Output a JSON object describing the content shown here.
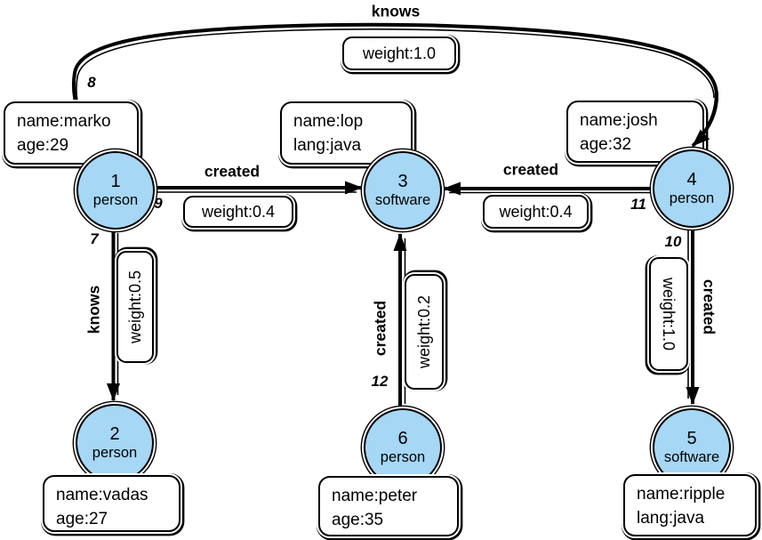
{
  "diagram": {
    "node_fill": "#a6d7f5",
    "edge_color": "#000000",
    "box_fill": "#ffffff"
  },
  "nodes": [
    {
      "id": "1",
      "type": "person",
      "prop1": "name:marko",
      "prop2": "age:29"
    },
    {
      "id": "2",
      "type": "person",
      "prop1": "name:vadas",
      "prop2": "age:27"
    },
    {
      "id": "3",
      "type": "software",
      "prop1": "name:lop",
      "prop2": "lang:java"
    },
    {
      "id": "4",
      "type": "person",
      "prop1": "name:josh",
      "prop2": "age:32"
    },
    {
      "id": "5",
      "type": "software",
      "prop1": "name:ripple",
      "prop2": "lang:java"
    },
    {
      "id": "6",
      "type": "person",
      "prop1": "name:peter",
      "prop2": "age:35"
    }
  ],
  "edges": [
    {
      "id": "7",
      "label": "knows",
      "weight": "weight:0.5",
      "from": "1",
      "to": "2"
    },
    {
      "id": "8",
      "label": "knows",
      "weight": "weight:1.0",
      "from": "1",
      "to": "4"
    },
    {
      "id": "9",
      "label": "created",
      "weight": "weight:0.4",
      "from": "1",
      "to": "3"
    },
    {
      "id": "10",
      "label": "created",
      "weight": "weight:1.0",
      "from": "4",
      "to": "5"
    },
    {
      "id": "11",
      "label": "created",
      "weight": "weight:0.4",
      "from": "4",
      "to": "3"
    },
    {
      "id": "12",
      "label": "created",
      "weight": "weight:0.2",
      "from": "6",
      "to": "3"
    }
  ]
}
